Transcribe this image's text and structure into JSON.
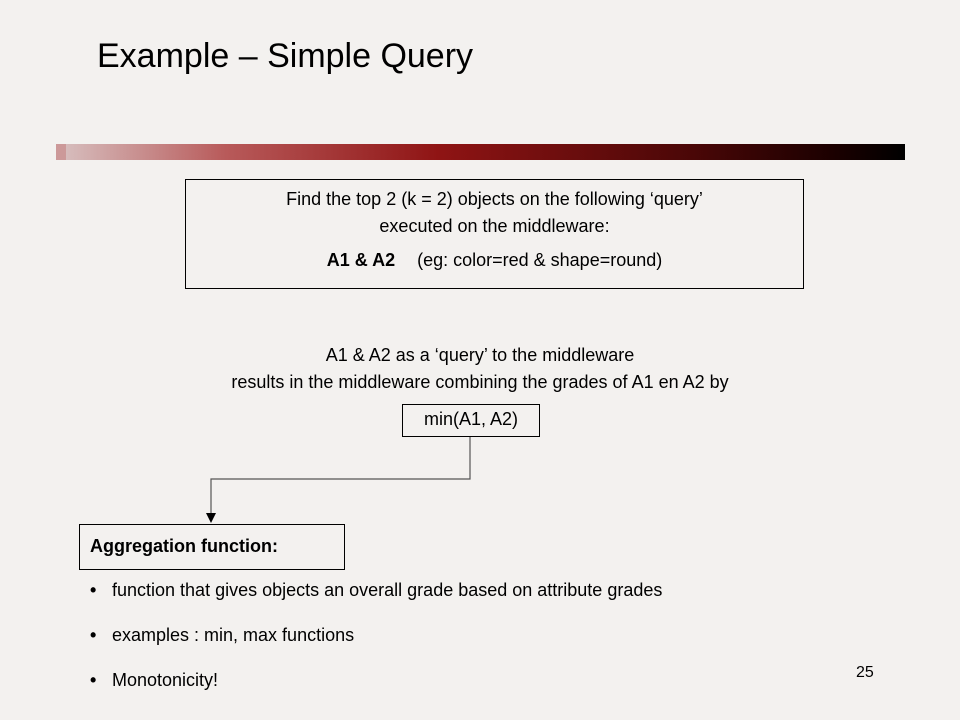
{
  "slide": {
    "title": "Example – Simple Query",
    "page_number": "25"
  },
  "query_box": {
    "line1": "Find the top 2 (k = 2) objects on the following ‘query’",
    "line2": "executed on the middleware:",
    "expression": "A1 & A2",
    "example": "(eg: color=red & shape=round)"
  },
  "middle": {
    "line1": "A1 & A2 as a ‘query’ to the middleware",
    "line2": "results in the middleware combining the grades of A1 en A2 by",
    "min_expr": "min(A1, A2)"
  },
  "aggregation": {
    "heading": "Aggregation function:",
    "bullets": [
      "function that gives objects an overall grade based on attribute grades",
      "examples : min, max functions",
      "Monotonicity!"
    ]
  },
  "colors": {
    "background": "#f3f1ef",
    "bar_dark": "#000000",
    "bar_red": "#8f1414"
  }
}
